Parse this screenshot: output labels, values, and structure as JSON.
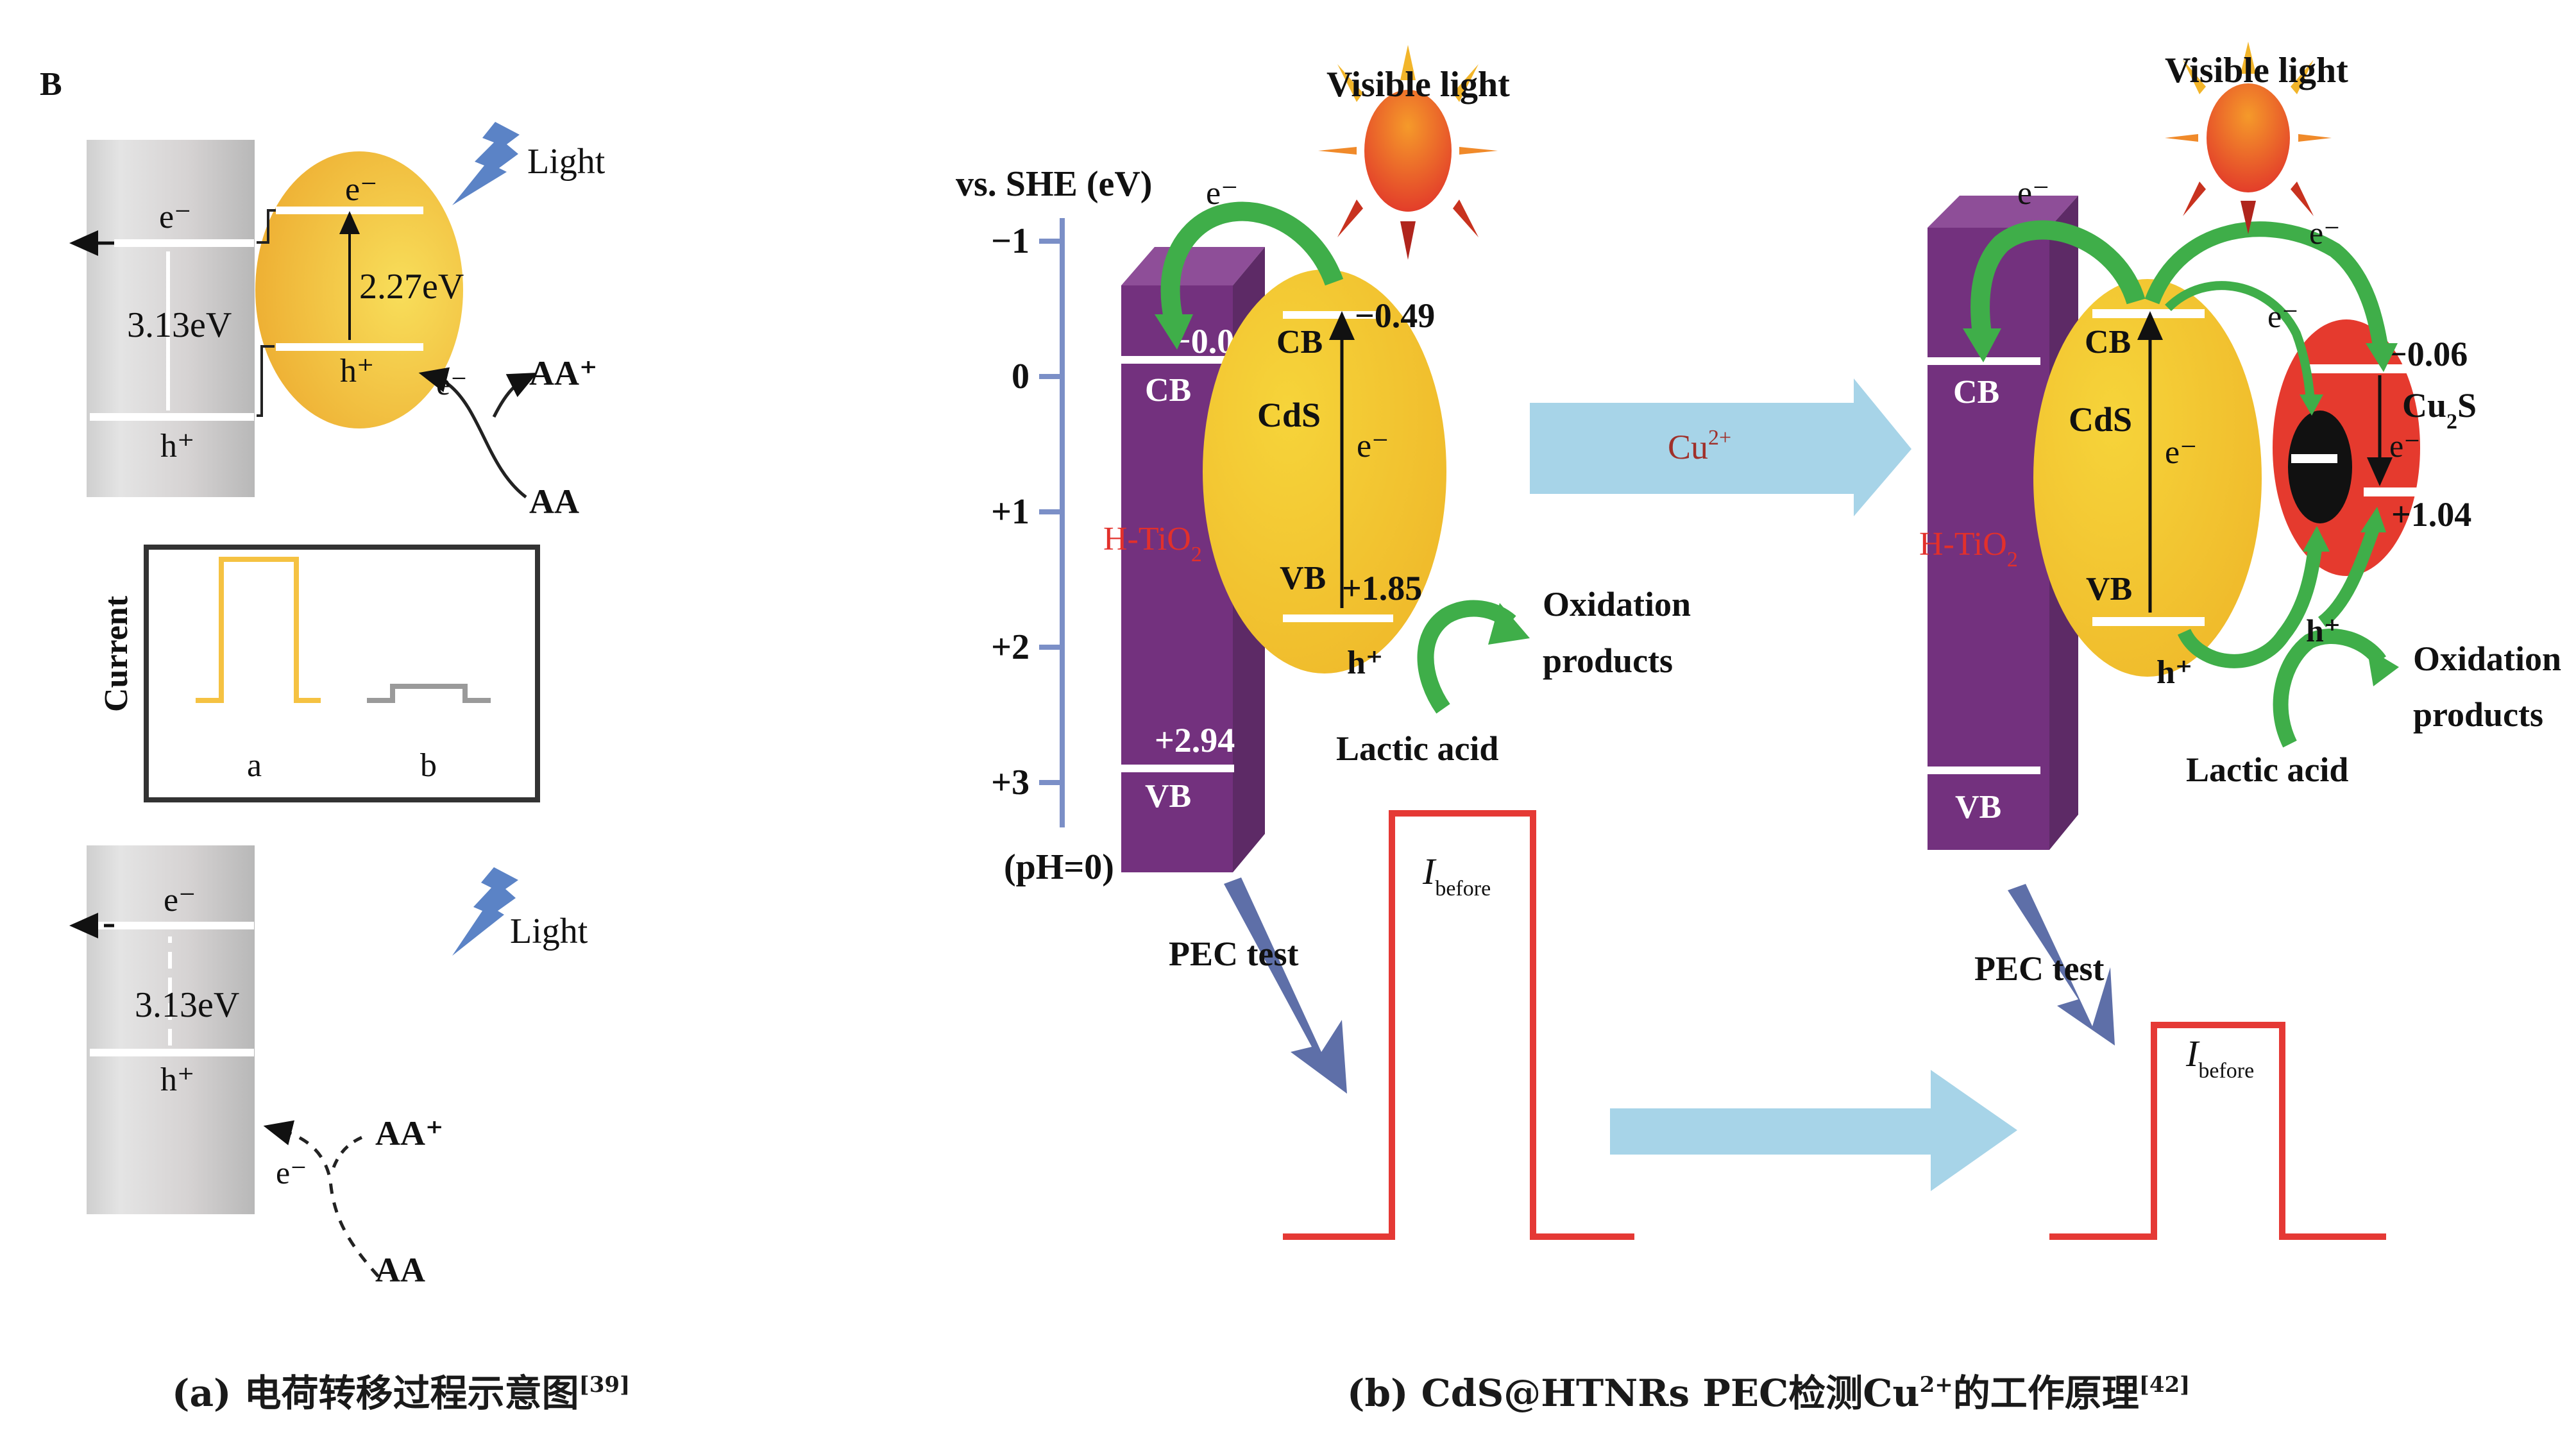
{
  "panel_a": {
    "panel_letter": "B",
    "top_scheme": {
      "tio2_electron": "e⁻",
      "tio2_hole": "h⁺",
      "tio2_gap": "3.13eV",
      "cds_electron": "e⁻",
      "cds_hole": "h⁺",
      "cds_gap": "2.27eV",
      "light_label": "Light",
      "redox_electron": "e⁻",
      "oxidized_species": "AA⁺",
      "reduced_species": "AA"
    },
    "current_plot": {
      "ylabel": "Current",
      "curve_a_label": "a",
      "curve_b_label": "b",
      "curve_a_relative_height": 1.0,
      "curve_b_relative_height": 0.1,
      "curve_a_color": "#f5c242",
      "curve_b_color": "#9a9a9a"
    },
    "bottom_scheme": {
      "tio2_electron": "e⁻",
      "tio2_hole": "h⁺",
      "tio2_gap": "3.13eV",
      "light_label": "Light",
      "redox_electron": "e⁻",
      "oxidized_species": "AA⁺",
      "reduced_species": "AA"
    },
    "caption": {
      "text": "(a) 电荷转移过程示意图",
      "ref": "[39]"
    }
  },
  "panel_b": {
    "axis": {
      "title": "vs. SHE (eV)",
      "ticks": [
        "−1",
        "0",
        "+1",
        "+2",
        "+3"
      ],
      "tick_values": [
        -1,
        0,
        1,
        2,
        3
      ],
      "footnote": "(pH=0)"
    },
    "left_scene": {
      "visible_light": "Visible light",
      "electron_label": "e⁻",
      "tio2_label": "H-TiO",
      "tio2_subscript": "2",
      "tio2_cb_label": "CB",
      "tio2_cb_value": "−0.09",
      "tio2_vb_label": "VB",
      "tio2_vb_value": "+2.94",
      "cds_label": "CdS",
      "cds_cb_label": "CB",
      "cds_cb_value": "−0.49",
      "cds_vb_label": "VB",
      "cds_vb_value": "+1.85",
      "cds_electron": "e⁻",
      "cds_hole": "h⁺",
      "oxidation_line1": "Oxidation",
      "oxidation_line2": "products",
      "lactic_acid": "Lactic acid",
      "pec_test": "PEC test",
      "current_label": "I",
      "current_subscript": "before",
      "current_relative_height": 1.0
    },
    "transition_arrow": {
      "label": "Cu",
      "superscript": "2+"
    },
    "right_scene": {
      "visible_light": "Visible light",
      "electron_label_1": "e⁻",
      "electron_label_2": "e⁻",
      "electron_label_3": "e⁻",
      "tio2_label": "H-TiO",
      "tio2_subscript": "2",
      "tio2_cb_label": "CB",
      "tio2_vb_label": "VB",
      "cds_label": "CdS",
      "cds_cb_label": "CB",
      "cds_vb_label": "VB",
      "cds_electron": "e⁻",
      "cds_hole": "h⁺",
      "cu2s_label": "Cu",
      "cu2s_subscript": "2",
      "cu2s_suffix": "S",
      "cu2s_cb_value": "−0.06",
      "cu2s_vb_value": "+1.04",
      "cu2s_electron": "e⁻",
      "cu2s_hole": "h⁺",
      "oxidation_line1": "Oxidation",
      "oxidation_line2": "products",
      "lactic_acid": "Lactic acid",
      "pec_test": "PEC test",
      "current_label": "I",
      "current_subscript": "before",
      "current_relative_height": 0.5
    },
    "caption": {
      "text": "(b) CdS@HTNRs PEC检测Cu",
      "superscript": "2+",
      "text_after": "的工作原理",
      "ref": "[42]"
    }
  },
  "colors": {
    "tio2_purple": "#73317e",
    "cds_yellow": "#f2c232",
    "cu2s_red": "#e53a2e",
    "arrow_green": "#3fae49",
    "pec_arrow_blue": "#5e6fa8",
    "transition_arrow": "#a7d4e8",
    "current_red": "#e53935",
    "light_bolt": "#5b83c6",
    "axis_blue": "#7b8fc7"
  }
}
